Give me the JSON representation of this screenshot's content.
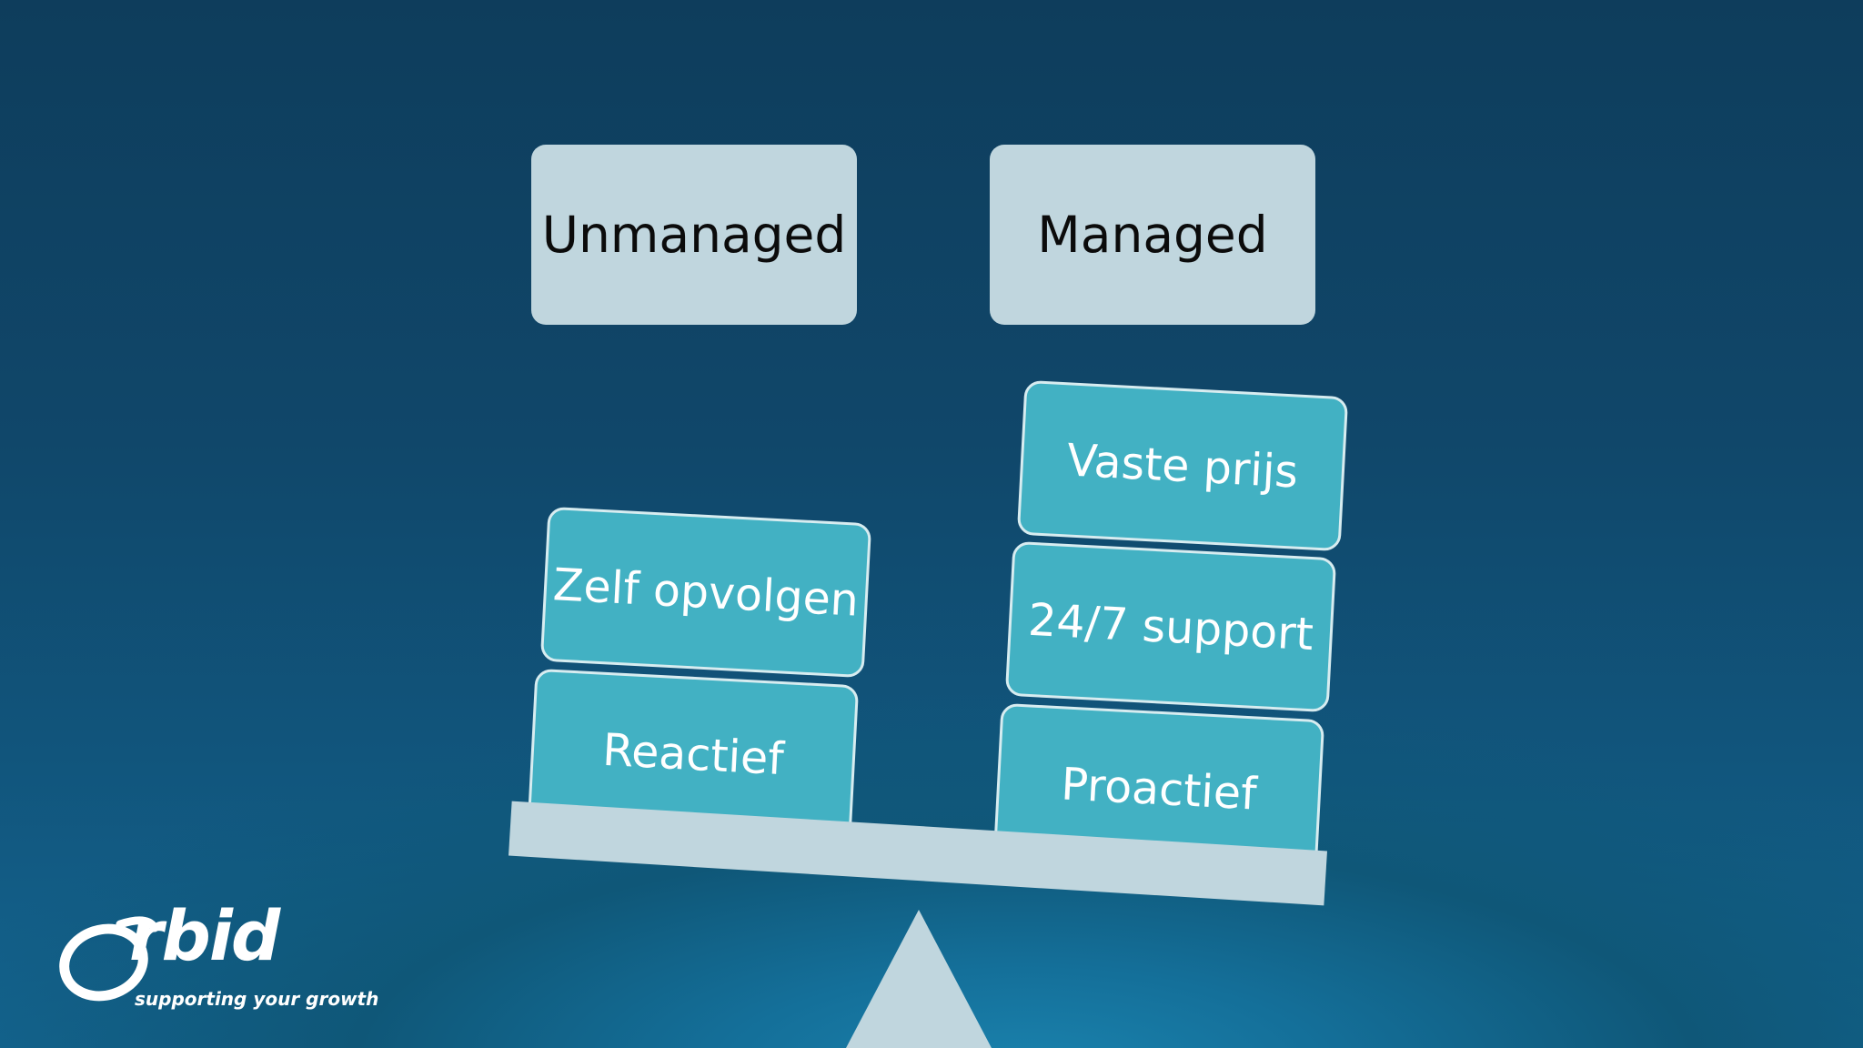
{
  "headers": {
    "left": "Unmanaged",
    "right": "Managed"
  },
  "left_blocks": [
    "Zelf opvolgen",
    "Reactief"
  ],
  "right_blocks": [
    "Vaste prijs",
    "24/7 support",
    "Proactief"
  ],
  "logo": {
    "name": "rbid",
    "tagline": "supporting your growth"
  },
  "colors": {
    "block": "#42b1c3",
    "header_box": "#c0d6de",
    "background": "#0f5778"
  }
}
